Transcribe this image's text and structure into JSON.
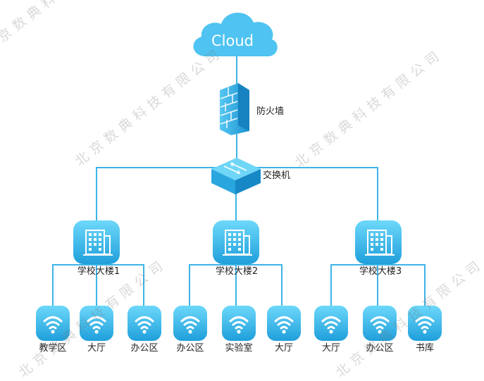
{
  "watermark": "北京数典科技有限公司",
  "cloud": {
    "label": "Cloud"
  },
  "firewall": {
    "label": "防火墙"
  },
  "switch": {
    "label": "交换机"
  },
  "buildings": [
    {
      "label": "学校大楼1",
      "aps": [
        "教学区",
        "大厅",
        "办公区"
      ]
    },
    {
      "label": "学校大楼2",
      "aps": [
        "办公区",
        "实验室",
        "大厅"
      ]
    },
    {
      "label": "学校大楼3",
      "aps": [
        "大厅",
        "办公区",
        "书库"
      ]
    }
  ],
  "colors": {
    "line": "#3db4e6",
    "icon_light": "#5fd0f5",
    "icon_dark": "#1d9ad6",
    "cloud": "#4fc3f1"
  }
}
